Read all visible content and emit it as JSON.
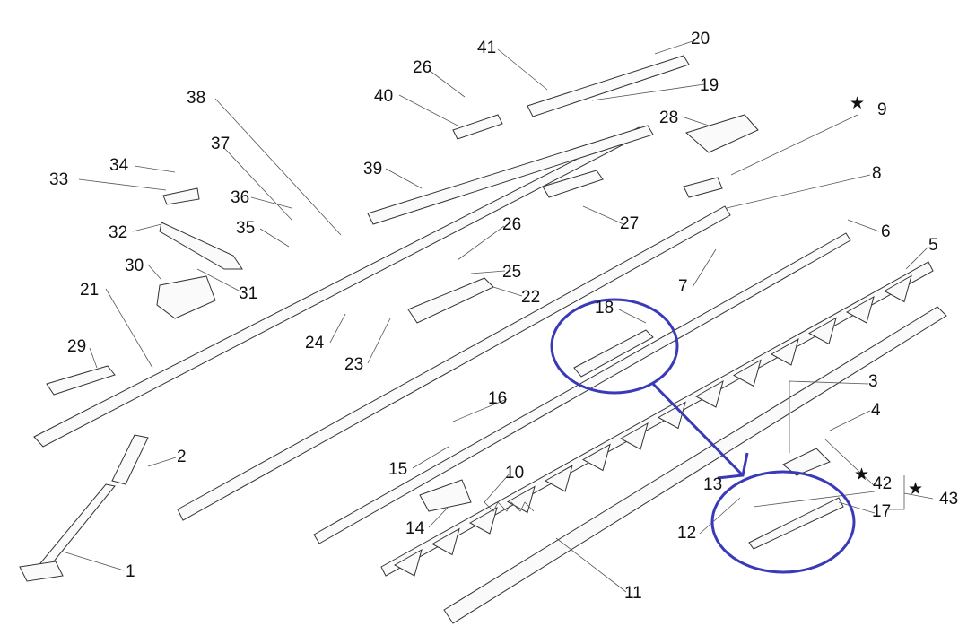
{
  "diagram": {
    "labels": [
      {
        "id": "20",
        "text": "20"
      },
      {
        "id": "41",
        "text": "41"
      },
      {
        "id": "26a",
        "text": "26"
      },
      {
        "id": "40",
        "text": "40"
      },
      {
        "id": "19",
        "text": "19"
      },
      {
        "id": "38",
        "text": "38"
      },
      {
        "id": "9",
        "text": "9"
      },
      {
        "id": "28",
        "text": "28"
      },
      {
        "id": "37",
        "text": "37"
      },
      {
        "id": "34",
        "text": "34"
      },
      {
        "id": "33",
        "text": "33"
      },
      {
        "id": "39",
        "text": "39"
      },
      {
        "id": "8",
        "text": "8"
      },
      {
        "id": "36",
        "text": "36"
      },
      {
        "id": "35",
        "text": "35"
      },
      {
        "id": "26b",
        "text": "26"
      },
      {
        "id": "27",
        "text": "27"
      },
      {
        "id": "32",
        "text": "32"
      },
      {
        "id": "6",
        "text": "6"
      },
      {
        "id": "30",
        "text": "30"
      },
      {
        "id": "31",
        "text": "31"
      },
      {
        "id": "25",
        "text": "25"
      },
      {
        "id": "22",
        "text": "22"
      },
      {
        "id": "5",
        "text": "5"
      },
      {
        "id": "21",
        "text": "21"
      },
      {
        "id": "7",
        "text": "7"
      },
      {
        "id": "18",
        "text": "18"
      },
      {
        "id": "24",
        "text": "24"
      },
      {
        "id": "29",
        "text": "29"
      },
      {
        "id": "23",
        "text": "23"
      },
      {
        "id": "3",
        "text": "3"
      },
      {
        "id": "16",
        "text": "16"
      },
      {
        "id": "4",
        "text": "4"
      },
      {
        "id": "2",
        "text": "2"
      },
      {
        "id": "15",
        "text": "15"
      },
      {
        "id": "10",
        "text": "10"
      },
      {
        "id": "13",
        "text": "13"
      },
      {
        "id": "42",
        "text": "42"
      },
      {
        "id": "43",
        "text": "43"
      },
      {
        "id": "17",
        "text": "17"
      },
      {
        "id": "14",
        "text": "14"
      },
      {
        "id": "12",
        "text": "12"
      },
      {
        "id": "1",
        "text": "1"
      },
      {
        "id": "11",
        "text": "11"
      }
    ],
    "star_symbol": "★",
    "highlight_color": "#3a3ab8"
  }
}
